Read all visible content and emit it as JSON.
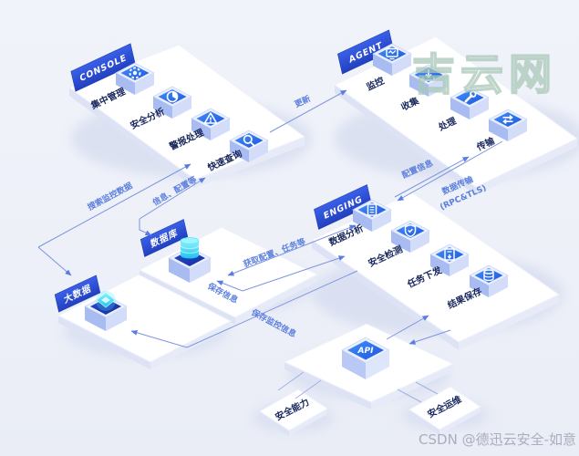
{
  "watermarks": {
    "center_logo": "吉云网",
    "csdn": "CSDN @德迅云安全-如意"
  },
  "console": {
    "banner": "CONSOLE",
    "items": [
      {
        "label": "集中管理",
        "icon": "gear-icon"
      },
      {
        "label": "安全分析",
        "icon": "pie-analysis-icon"
      },
      {
        "label": "警报处理",
        "icon": "alert-icon"
      },
      {
        "label": "快速查询",
        "icon": "search-icon"
      }
    ]
  },
  "agent": {
    "banner": "AGENT",
    "items": [
      {
        "label": "监控",
        "icon": "monitor-icon"
      },
      {
        "label": "收集",
        "icon": "collect-icon"
      },
      {
        "label": "处理",
        "icon": "wrench-icon"
      },
      {
        "label": "传输",
        "icon": "transfer-arrows-icon"
      }
    ]
  },
  "enging": {
    "banner": "ENGING",
    "items": [
      {
        "label": "数据分析",
        "icon": "document-icon"
      },
      {
        "label": "安全检测",
        "icon": "shield-check-icon"
      },
      {
        "label": "任务下发",
        "icon": "clipboard-task-icon"
      },
      {
        "label": "结果保存",
        "icon": "database-save-icon"
      }
    ]
  },
  "database": {
    "banner": "数据库",
    "icon": "database-cylinder-icon"
  },
  "bigdata": {
    "banner": "大数据",
    "icon": "bigdata-core-icon"
  },
  "api": {
    "label": "API"
  },
  "bottom_platforms": {
    "left": "安全能力",
    "right": "安全运维"
  },
  "connectors": {
    "update": "更新",
    "config_info": "配置信息",
    "data_transfer": "数据传输",
    "data_transfer_protocol": "(RPC&TLS)",
    "search_monitor_data": "搜索监控数据",
    "info_config": "信息、配置等",
    "fetch_config_tasks": "获取配置、任务等",
    "save_info": "保存信息",
    "save_monitor_info": "保存监控信息"
  },
  "colors": {
    "background": "#eef1f8",
    "banner_blue": "#2b4fd8",
    "cube_blue": "#2e72ee",
    "cyan_accent": "#35dcf2",
    "line_blue": "#7b93e0",
    "label_dark": "#17265c",
    "conn_label_blue": "#5b7fdd"
  }
}
